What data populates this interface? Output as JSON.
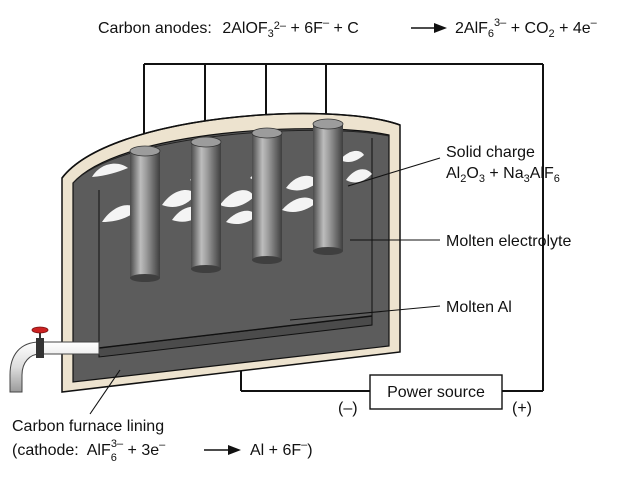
{
  "equations": {
    "anode": {
      "prefix": "Carbon anodes:",
      "lhs_a": "2AlOF",
      "lhs_a_sub": "3",
      "lhs_a_sup": "2–",
      "lhs_b": " + 6F",
      "lhs_b_sup": "–",
      "lhs_c": " + C",
      "rhs_a": "2AlF",
      "rhs_a_sub": "6",
      "rhs_a_sup": "3–",
      "rhs_b": " + CO",
      "rhs_b_sub": "2",
      "rhs_c": " + 4e",
      "rhs_c_sup": "–"
    },
    "cathode": {
      "line1": "Carbon furnace lining",
      "prefix": "(cathode:",
      "lhs_a": "AlF",
      "lhs_a_sub": "6",
      "lhs_a_sup": "3–",
      "lhs_b": " + 3e",
      "lhs_b_sup": "–",
      "rhs_a": "Al + 6F",
      "rhs_a_sup": "–",
      "rhs_close": ")"
    }
  },
  "labels": {
    "solid_charge": "Solid charge",
    "solid_charge_formula": {
      "a": "Al",
      "a_sub": "2",
      "b": "O",
      "b_sub": "3",
      "c": " + Na",
      "c_sub": "3",
      "d": "AlF",
      "d_sub": "6"
    },
    "molten_electrolyte": "Molten electrolyte",
    "molten_al": "Molten Al",
    "power_source": "Power source",
    "minus": "(–)",
    "plus": "(+)"
  },
  "colors": {
    "electrolyte": "#5c5c5c",
    "lining": "#ede3cf",
    "anode_light": "#cfcfcf",
    "anode_dark": "#555555",
    "solid_charge": "#f4f4f4",
    "valve": "#cc2222"
  }
}
